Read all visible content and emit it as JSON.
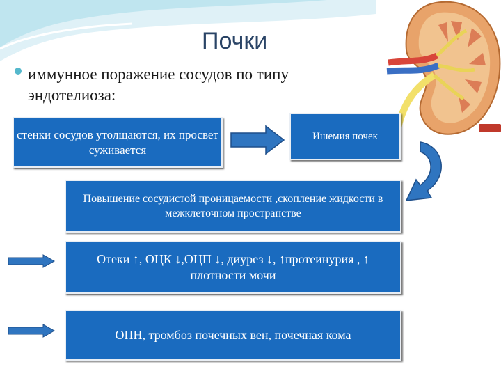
{
  "slide": {
    "title": "Почки",
    "bullet_text": "иммунное поражение сосудов по типу эндотелиоза:"
  },
  "flow": {
    "box1": "стенки сосудов утолщаются, их просвет суживается",
    "box2": "Ишемия почек",
    "box3": "Повышение сосудистой проницаемости ,скопление жидкости в межклеточном пространстве",
    "box4": "Отеки ↑, ОЦК ↓,ОЦП ↓, диурез ↓, ↑протеинурия , ↑ плотности мочи",
    "box5": "ОПН, тромбоз почечных вен, почечная кома"
  },
  "colors": {
    "box_fill": "#1a6bbf",
    "arrow_fill": "#2f75c0",
    "title_color": "#2a4466"
  },
  "icons": [
    "kidney-anatomy-illustration",
    "right-arrow",
    "curved-arrow"
  ]
}
